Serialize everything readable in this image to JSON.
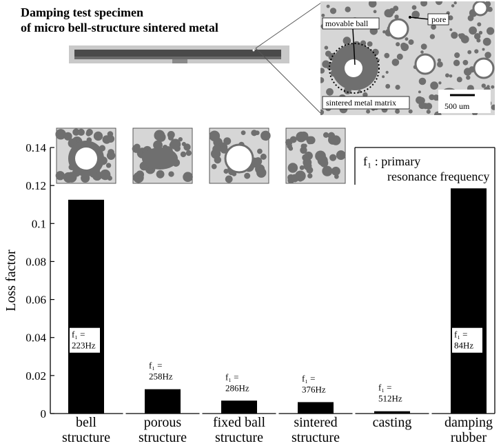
{
  "figure": {
    "title_line1": "Damping test specimen",
    "title_line2": "of micro bell-structure sintered metal",
    "micro_labels": {
      "movable_ball": "movable ball",
      "pore": "pore",
      "matrix": "sintered metal matrix",
      "scale": "500 um"
    }
  },
  "legend": {
    "line1": "f₁ : primary",
    "line2": "resonance frequency"
  },
  "colors": {
    "bar": "#000000",
    "matrix": "#6f6f6f",
    "particle": "#d6d6d6",
    "pore": "#ffffff"
  },
  "chart_data": {
    "type": "bar",
    "ylabel": "Loss factor",
    "ylim": [
      0,
      0.14
    ],
    "yticks": [
      "0",
      "0.02",
      "0.04",
      "0.06",
      "0.08",
      "0.1",
      "0.12",
      "0.14"
    ],
    "categories": [
      [
        "bell",
        "structure"
      ],
      [
        "porous",
        "structure"
      ],
      [
        "fixed ball",
        "structure"
      ],
      [
        "sintered",
        "structure"
      ],
      [
        "casting"
      ],
      [
        "damping",
        "rubber"
      ]
    ],
    "values": [
      0.1125,
      0.0128,
      0.0068,
      0.006,
      0.0012,
      0.1185
    ],
    "freq_labels": [
      [
        "f₁ =",
        "223Hz"
      ],
      [
        "f₁ =",
        "258Hz"
      ],
      [
        "f₁ =",
        "286Hz"
      ],
      [
        "f₁ =",
        "376Hz"
      ],
      [
        "f₁ =",
        "512Hz"
      ],
      [
        "f₁ =",
        "84Hz"
      ]
    ]
  }
}
